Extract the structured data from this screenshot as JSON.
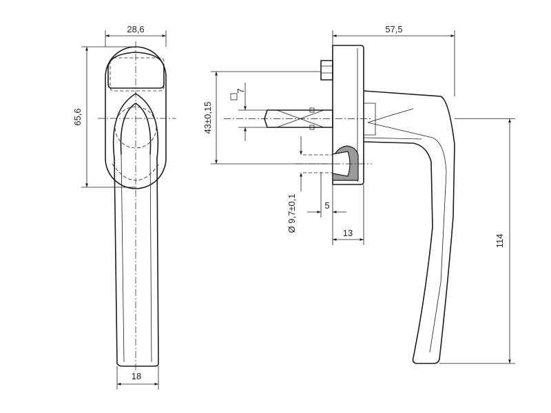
{
  "dimensions": {
    "front_width": "28,6",
    "front_height": "65,6",
    "front_grip_width": "18",
    "side_depth": "57,5",
    "spindle_distance": "43±0,15",
    "spindle_square": "7",
    "screw_diameter": "Ø 9,7±0,1",
    "screw_depth": "5",
    "base_depth": "13",
    "handle_length": "114"
  }
}
